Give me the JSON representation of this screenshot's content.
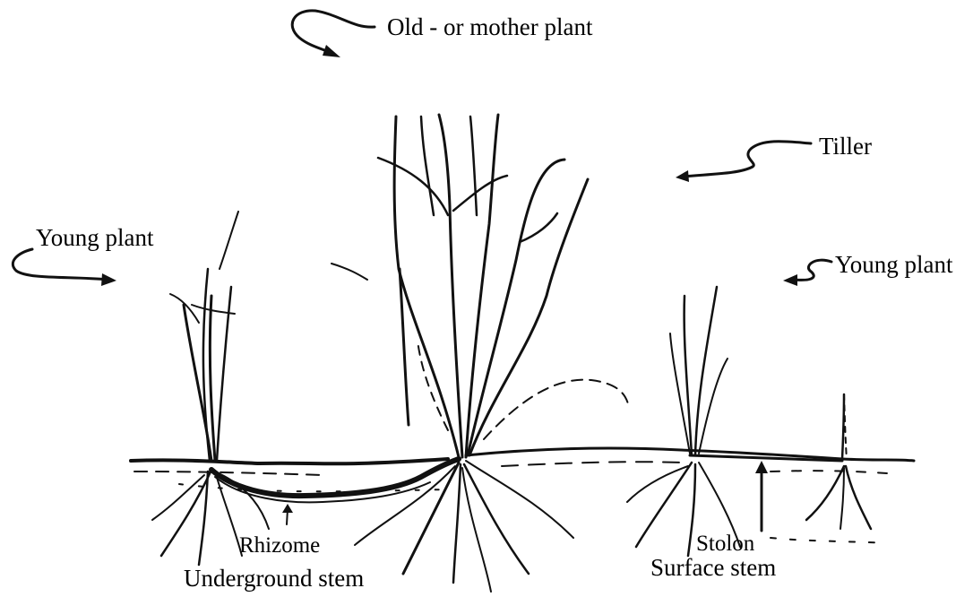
{
  "labels": {
    "mother_plant": "Old - or mother plant",
    "tiller": "Tiller",
    "young_plant_left": "Young plant",
    "young_plant_right": "Young plant",
    "rhizome": "Rhizome",
    "underground_stem": "Underground stem",
    "stolon": "Stolon",
    "surface_stem": "Surface stem"
  }
}
